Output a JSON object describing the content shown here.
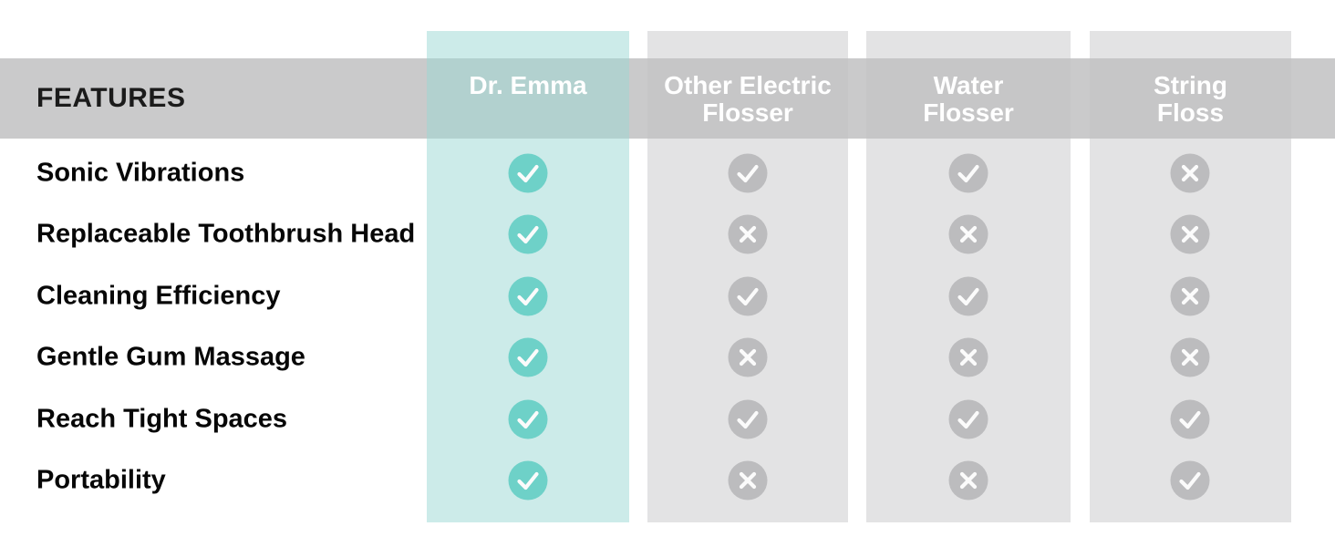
{
  "table": {
    "features_header": "FEATURES",
    "columns": [
      {
        "line1": "Dr. Emma",
        "line2": "",
        "highlight": true
      },
      {
        "line1": "Other Electric",
        "line2": "Flosser",
        "highlight": false
      },
      {
        "line1": "Water",
        "line2": "Flosser",
        "highlight": false
      },
      {
        "line1": "String",
        "line2": "Floss",
        "highlight": false
      }
    ],
    "rows": [
      {
        "feature": "Sonic Vibrations",
        "values": [
          "check",
          "check",
          "check",
          "cross"
        ]
      },
      {
        "feature": "Replaceable Toothbrush Head",
        "values": [
          "check",
          "cross",
          "cross",
          "cross"
        ]
      },
      {
        "feature": "Cleaning Efficiency",
        "values": [
          "check",
          "check",
          "check",
          "cross"
        ]
      },
      {
        "feature": "Gentle Gum Massage",
        "values": [
          "check",
          "cross",
          "cross",
          "cross"
        ]
      },
      {
        "feature": "Reach Tight Spaces",
        "values": [
          "check",
          "check",
          "check",
          "check"
        ]
      },
      {
        "feature": "Portability",
        "values": [
          "check",
          "cross",
          "cross",
          "check"
        ]
      }
    ]
  },
  "chart_data": {
    "type": "table",
    "title": "",
    "columns": [
      "FEATURES",
      "Dr. Emma",
      "Other Electric Flosser",
      "Water Flosser",
      "String Floss"
    ],
    "rows": [
      [
        "Sonic Vibrations",
        "yes",
        "yes",
        "yes",
        "no"
      ],
      [
        "Replaceable Toothbrush Head",
        "yes",
        "no",
        "no",
        "no"
      ],
      [
        "Cleaning Efficiency",
        "yes",
        "yes",
        "yes",
        "no"
      ],
      [
        "Gentle Gum Massage",
        "yes",
        "no",
        "no",
        "no"
      ],
      [
        "Reach Tight Spaces",
        "yes",
        "yes",
        "yes",
        "yes"
      ],
      [
        "Portability",
        "yes",
        "no",
        "no",
        "yes"
      ]
    ],
    "highlighted_column": "Dr. Emma",
    "cell_legend": {
      "check": "feature present",
      "cross": "feature absent"
    }
  },
  "icons": {
    "affirmative": "check-icon",
    "negative": "cross-icon"
  },
  "colors": {
    "header_band": "#cacacb",
    "highlight_column_bg": "#cdecea",
    "gray_column_bg": "#e3e4e6",
    "highlight_header_overlap": "#b2d8d5",
    "accent_icon": "#6ed1c8",
    "gray_icon": "#bcbcbe",
    "header_text": "#ffffff",
    "feature_text": "#070707",
    "features_header_text": "#1b1b1b"
  }
}
